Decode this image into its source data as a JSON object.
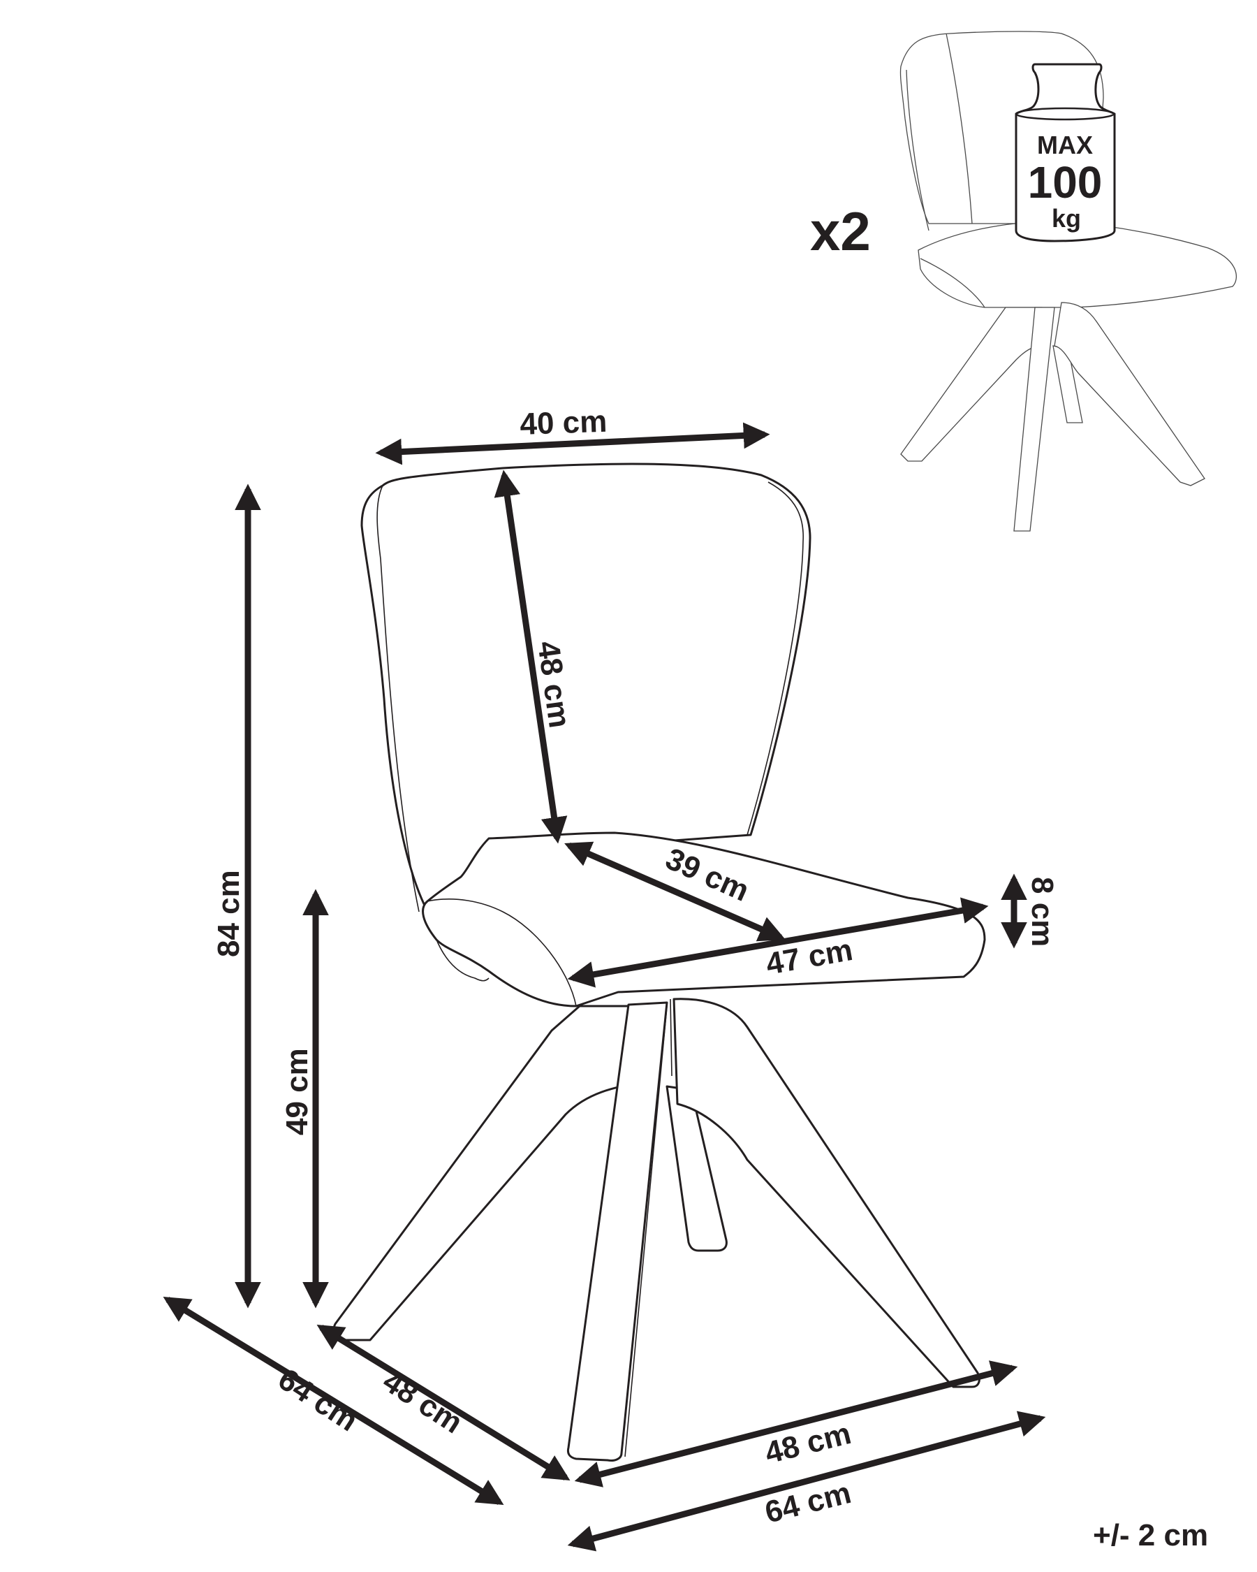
{
  "diagram": {
    "type": "product-dimension-drawing",
    "subject": "swivel dining chair",
    "quantity_label": "x2",
    "weight_badge": {
      "line1": "MAX",
      "line2": "100",
      "line3": "kg"
    },
    "dimensions": {
      "backrest_width": "40 cm",
      "backrest_height": "48 cm",
      "seat_depth": "39 cm",
      "seat_width": "47 cm",
      "seat_thickness": "8 cm",
      "total_height": "84 cm",
      "seat_height": "49 cm",
      "base_depth_inner": "48  cm",
      "base_depth_outer": "64 cm",
      "base_width_inner": "48 cm",
      "base_width_outer": "64 cm"
    },
    "tolerance": "+/- 2 cm",
    "colors": {
      "ink": "#231f20",
      "background": "#ffffff"
    }
  }
}
